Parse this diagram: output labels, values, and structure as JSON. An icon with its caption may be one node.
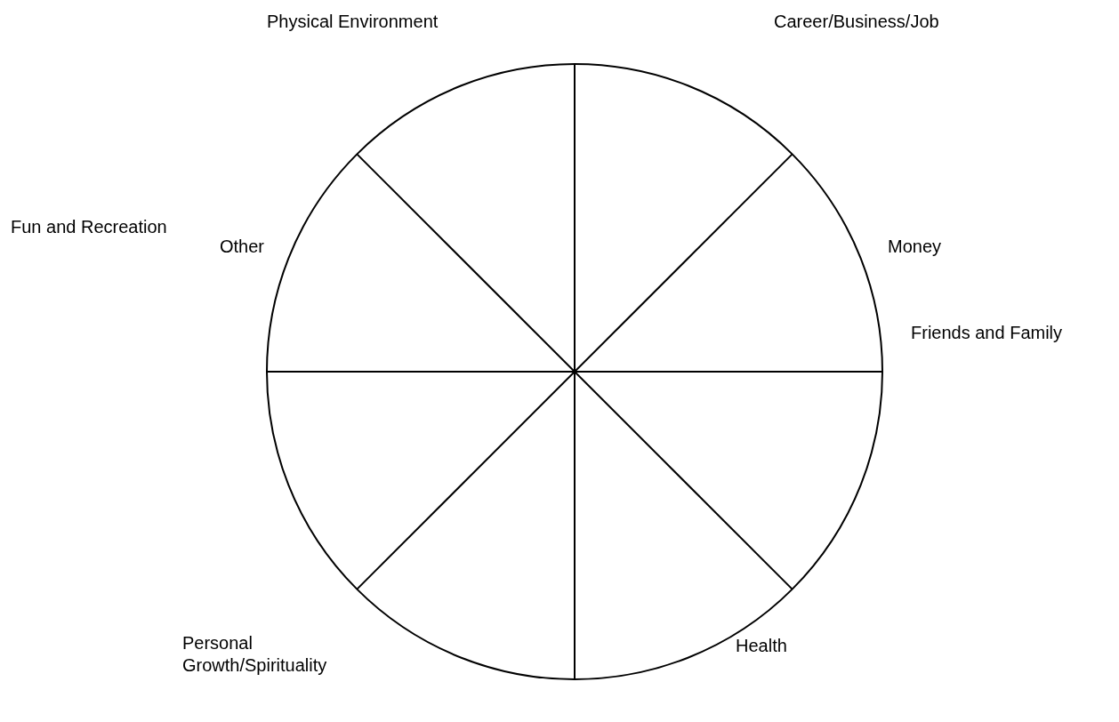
{
  "diagram": {
    "labels": [
      "Physical Environment",
      "Career/Business/Job",
      "Other",
      "Money",
      "Friends and Family",
      "Fun and Recreation",
      "Personal Growth/Spirituality",
      "Health"
    ]
  }
}
